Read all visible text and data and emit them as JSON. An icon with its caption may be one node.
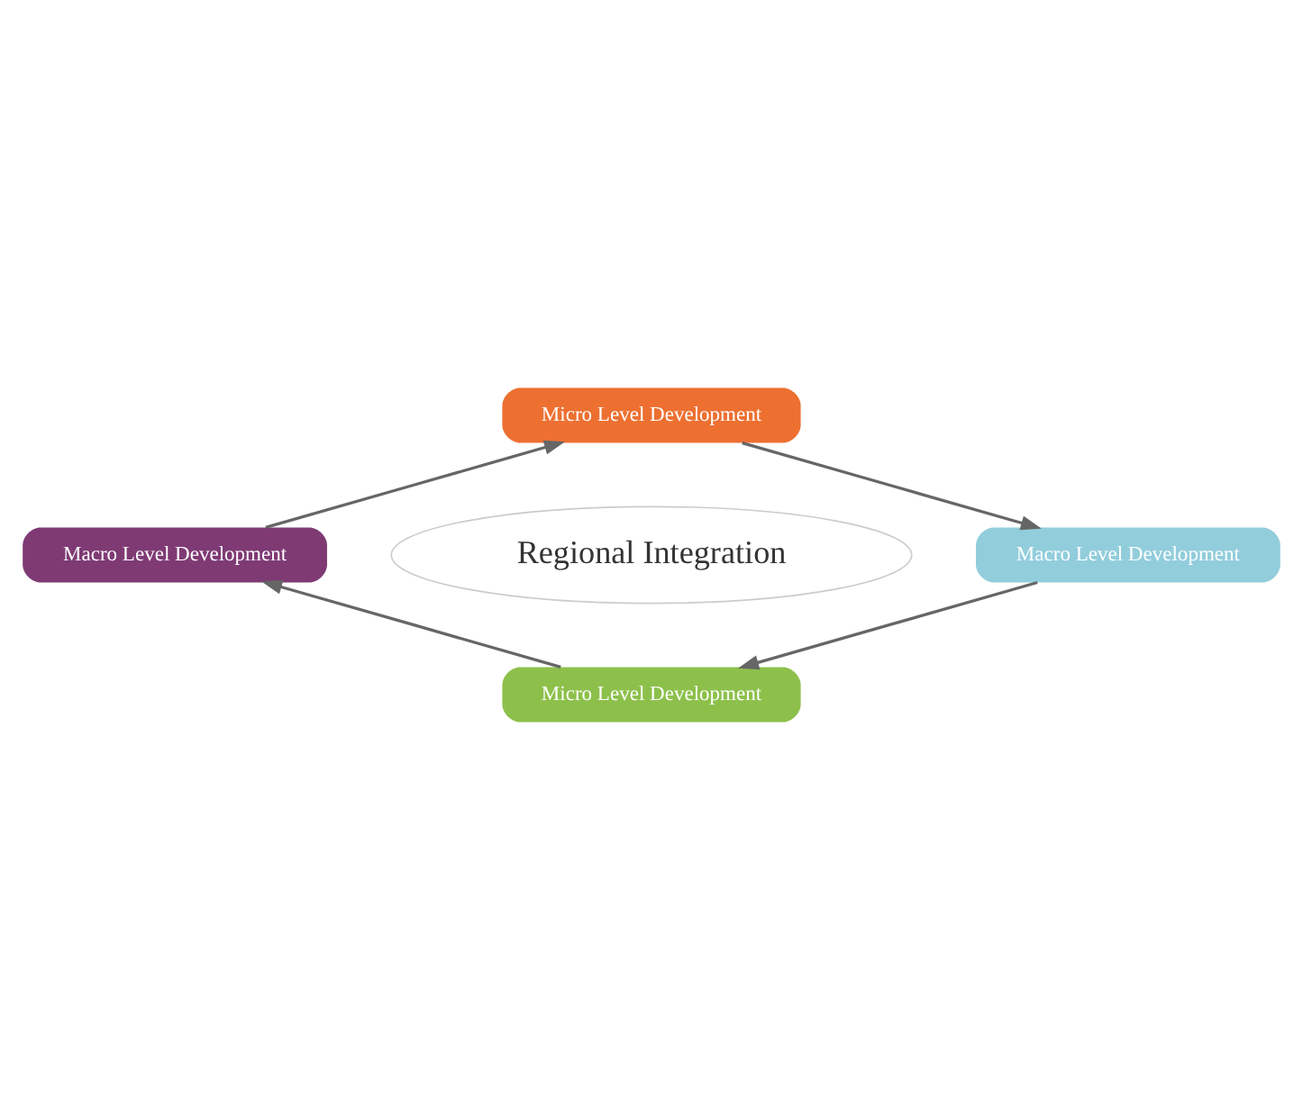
{
  "diagram": {
    "nodes": [
      {
        "text": [
          "Micro Level Development"
        ]
      },
      {
        "text": [
          "Macro Level Development"
        ]
      },
      {
        "text": [
          "Micro Level Development"
        ]
      },
      {
        "text": [
          "Macro Level Development"
        ]
      },
      {
        "text": [
          "Regional Integration"
        ]
      }
    ],
    "edges": [
      {
        "from": 0,
        "to": 1,
        "arrow": "to"
      },
      {
        "from": 1,
        "to": 2,
        "arrow": "to"
      },
      {
        "from": 2,
        "to": 3,
        "arrow": "to"
      },
      {
        "from": 3,
        "to": 0,
        "arrow": "to"
      }
    ]
  }
}
